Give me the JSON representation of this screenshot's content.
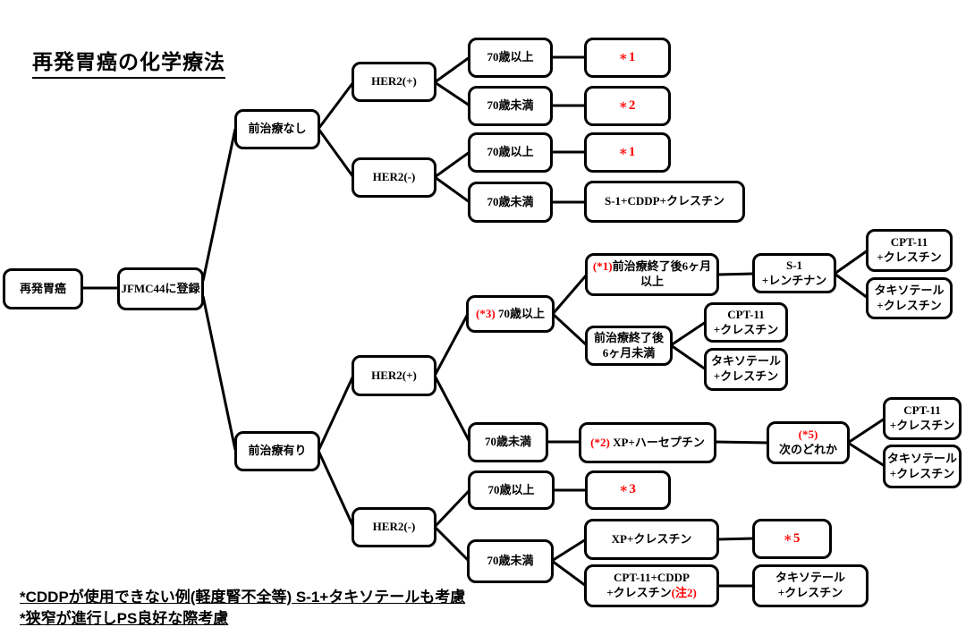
{
  "title": "再発胃癌の化学療法",
  "colors": {
    "marker_red": "#FF0000",
    "line_black": "#000000"
  },
  "nodes": {
    "n1": {
      "t": "再発胃癌"
    },
    "n2": {
      "t": "JFMC44に登録"
    },
    "n3": {
      "t": "前治療なし"
    },
    "n4": {
      "t": "HER2(+)"
    },
    "n5": {
      "t": "HER2(-)"
    },
    "n6": {
      "t": "70歳以上"
    },
    "n7": {
      "t": "70歳未満"
    },
    "n8": {
      "t": "70歳以上"
    },
    "n9": {
      "t": "70歳未満"
    },
    "n10": {
      "red": "∗1"
    },
    "n11": {
      "red": "∗2"
    },
    "n12": {
      "red": "∗1"
    },
    "n13": {
      "t": "S-1+CDDP+クレスチン"
    },
    "n14": {
      "t": "前治療有り"
    },
    "n15": {
      "t": "HER2(+)"
    },
    "n16": {
      "t": "HER2(-)"
    },
    "n17": {
      "red": "(*3)",
      "t": " 70歳以上"
    },
    "n18": {
      "red": "(*1)",
      "t": "前治療終了後6ヶ月",
      "t2": "以上"
    },
    "n19": {
      "t": "S-1",
      "t2": "+レンチナン"
    },
    "n20": {
      "t": "CPT-11",
      "t2": "+クレスチン"
    },
    "n21": {
      "t": "タキソテール",
      "t2": "+クレスチン"
    },
    "n22": {
      "t": "前治療終了後",
      "t2": "6ヶ月未満"
    },
    "n23": {
      "t": "CPT-11",
      "t2": "+クレスチン"
    },
    "n24": {
      "t": "タキソテール",
      "t2": "+クレスチン"
    },
    "n25": {
      "t": "70歳未満"
    },
    "n26": {
      "red": "(*2)",
      "t": " XP+ハーセプチン"
    },
    "n27": {
      "red": "(*5)",
      "t2": "次のどれか"
    },
    "n28": {
      "t": "CPT-11",
      "t2": "+クレスチン"
    },
    "n29": {
      "t": "タキソテール",
      "t2": "+クレスチン"
    },
    "n30": {
      "t": "70歳以上"
    },
    "n31": {
      "red": "∗3"
    },
    "n32": {
      "t": "70歳未満"
    },
    "n33": {
      "t": "XP+クレスチン"
    },
    "n34": {
      "red": "∗5"
    },
    "n35": {
      "t": "CPT-11+CDDP",
      "t2": "+クレスチン",
      "red2": "(注2)"
    },
    "n36": {
      "t": "タキソテール",
      "t2": "+クレスチン"
    }
  },
  "edges": [
    [
      "n1",
      "n2"
    ],
    [
      "n2",
      "n3"
    ],
    [
      "n2",
      "n14"
    ],
    [
      "n3",
      "n4"
    ],
    [
      "n3",
      "n5"
    ],
    [
      "n4",
      "n6"
    ],
    [
      "n4",
      "n7"
    ],
    [
      "n5",
      "n8"
    ],
    [
      "n5",
      "n9"
    ],
    [
      "n6",
      "n10"
    ],
    [
      "n7",
      "n11"
    ],
    [
      "n8",
      "n12"
    ],
    [
      "n9",
      "n13"
    ],
    [
      "n14",
      "n15"
    ],
    [
      "n14",
      "n16"
    ],
    [
      "n15",
      "n17"
    ],
    [
      "n15",
      "n25"
    ],
    [
      "n16",
      "n30"
    ],
    [
      "n16",
      "n32"
    ],
    [
      "n17",
      "n18"
    ],
    [
      "n17",
      "n22"
    ],
    [
      "n18",
      "n19"
    ],
    [
      "n19",
      "n20"
    ],
    [
      "n19",
      "n21"
    ],
    [
      "n22",
      "n23"
    ],
    [
      "n22",
      "n24"
    ],
    [
      "n25",
      "n26"
    ],
    [
      "n26",
      "n27"
    ],
    [
      "n27",
      "n28"
    ],
    [
      "n27",
      "n29"
    ],
    [
      "n30",
      "n31"
    ],
    [
      "n32",
      "n33"
    ],
    [
      "n32",
      "n35"
    ],
    [
      "n33",
      "n34"
    ],
    [
      "n35",
      "n36"
    ]
  ],
  "footnotes": [
    "*CDDPが使用できない例(軽度腎不全等) S-1+タキソテールも考慮",
    "*狭窄が進行しPS良好な際考慮"
  ]
}
